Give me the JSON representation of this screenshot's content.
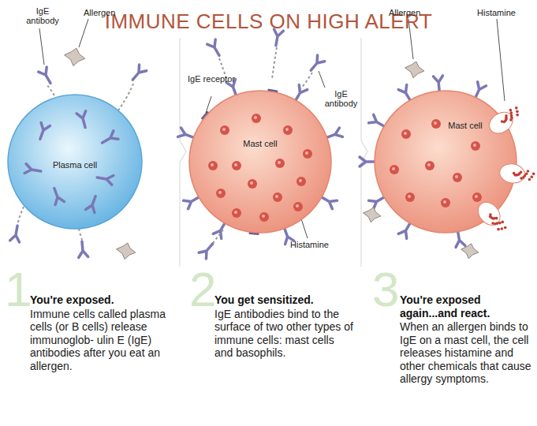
{
  "diagram": {
    "title": "IMMUNE CELLS ON HIGH ALERT",
    "nodes": [
      {
        "text": [
          "Plasma cell"
        ]
      },
      {
        "text": [
          "Mast cell"
        ]
      },
      {
        "text": [
          "Mast cell"
        ]
      }
    ],
    "labels": [
      "IgE antibody",
      "Allergen",
      "IgE receptor",
      "IgE antibody",
      "Histamine",
      "Allergen",
      "Histamine",
      "1",
      "You're exposed.",
      "Immune cells called plasma cells (or B cells) release immunoglob- ulin E (IgE) antibodies after you eat an allergen.",
      "2",
      "You get sensitized.",
      "IgE antibodies bind to the surface of two other types of immune cells: mast cells and basophils.",
      "3",
      "You're exposed again...and react.",
      "When an allergen binds to IgE on a mast cell, the cell releases histamine and other chemicals that cause allergy symptoms."
    ]
  }
}
